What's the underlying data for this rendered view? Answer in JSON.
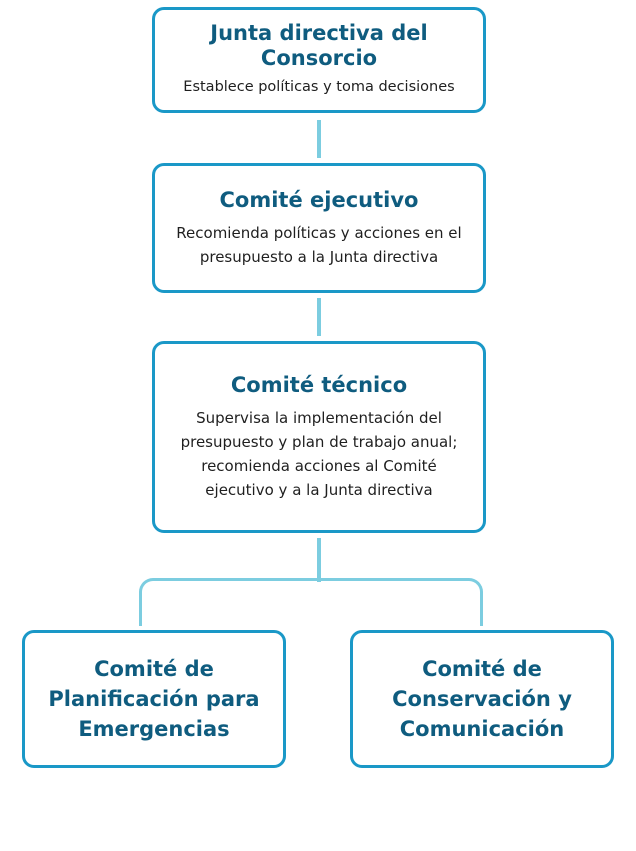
{
  "junta": {
    "title": "Junta directiva del Consorcio",
    "desc": "Establece políticas y toma decisiones"
  },
  "ejecutivo": {
    "title": "Comité ejecutivo",
    "desc": "Recomienda políticas y acciones en el presupuesto a la Junta directiva"
  },
  "tecnico": {
    "title": "Comité técnico",
    "desc": "Supervisa la implementación del presupuesto y plan de trabajo anual; recomienda acciones al Comité ejecutivo y a la Junta directiva"
  },
  "planificacion": {
    "title": "Comité de Planificación para Emergencias"
  },
  "conservacion": {
    "title": "Comité de Conservación y Comunicación"
  }
}
